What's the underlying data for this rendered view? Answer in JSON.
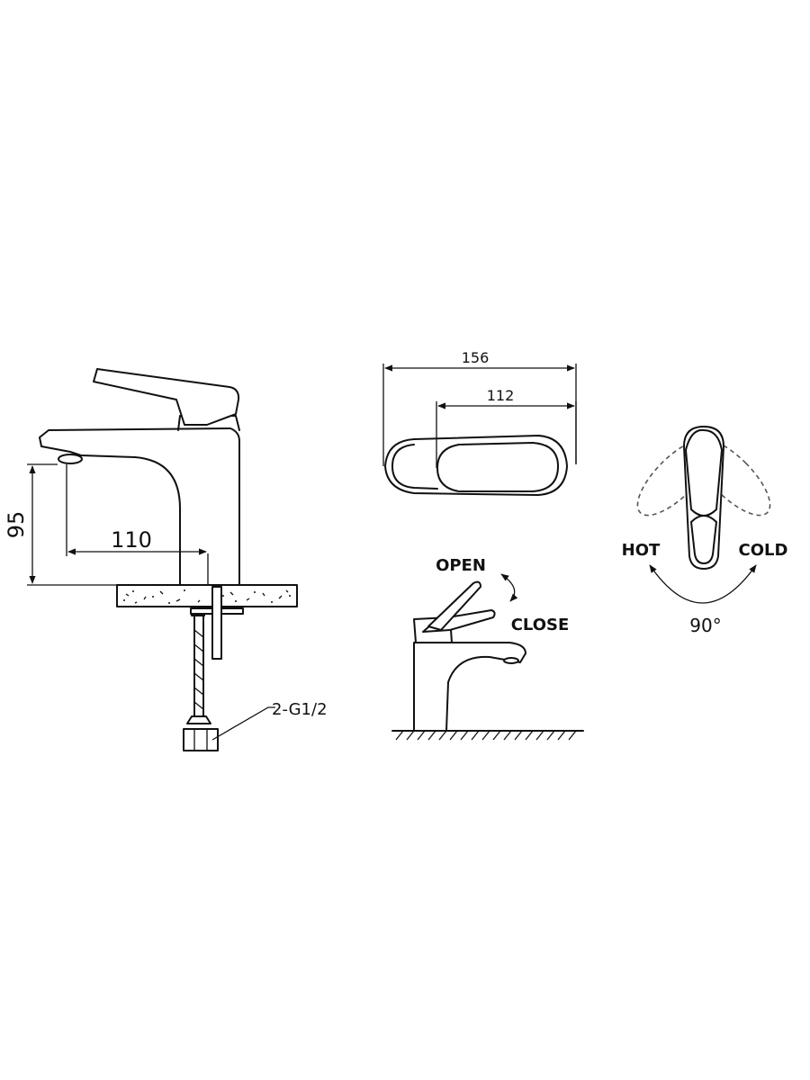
{
  "dimensions": {
    "height": "95",
    "reach": "110",
    "overall_length": "156",
    "handle_length": "112",
    "connection": "2-G1/2"
  },
  "operation": {
    "open": "OPEN",
    "close": "CLOSE",
    "hot": "HOT",
    "cold": "COLD",
    "rotation": "90°"
  }
}
